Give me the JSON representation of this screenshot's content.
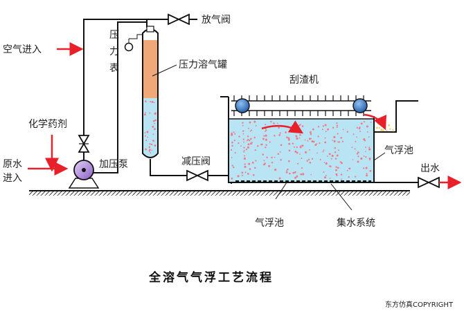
{
  "labels": {
    "air_in": "空气进入",
    "vent_valve": "放气阀",
    "gauge": [
      "压",
      "力",
      "表"
    ],
    "tank": "压力溶气罐",
    "scraper": "刮渣机",
    "chemical": "化学药剂",
    "raw_water": [
      "原水",
      "进入"
    ],
    "pump": "加压泵",
    "reducing_valve": "减压阀",
    "flotation_right": "气浮池",
    "outlet": "出水",
    "flotation_bottom": "气浮池",
    "collector": "集水系统"
  },
  "caption": "全溶气气浮工艺流程",
  "copyright": "东方仿真COPYRIGHT",
  "colors": {
    "arrow": "#e8202a",
    "tank_top": "#f0a878",
    "water": "#b8e4f4",
    "bubble": "#f07a88",
    "pump": "#b58ee0",
    "scraper_wheel": "#1e5aa8",
    "froth": "#f2d070"
  }
}
